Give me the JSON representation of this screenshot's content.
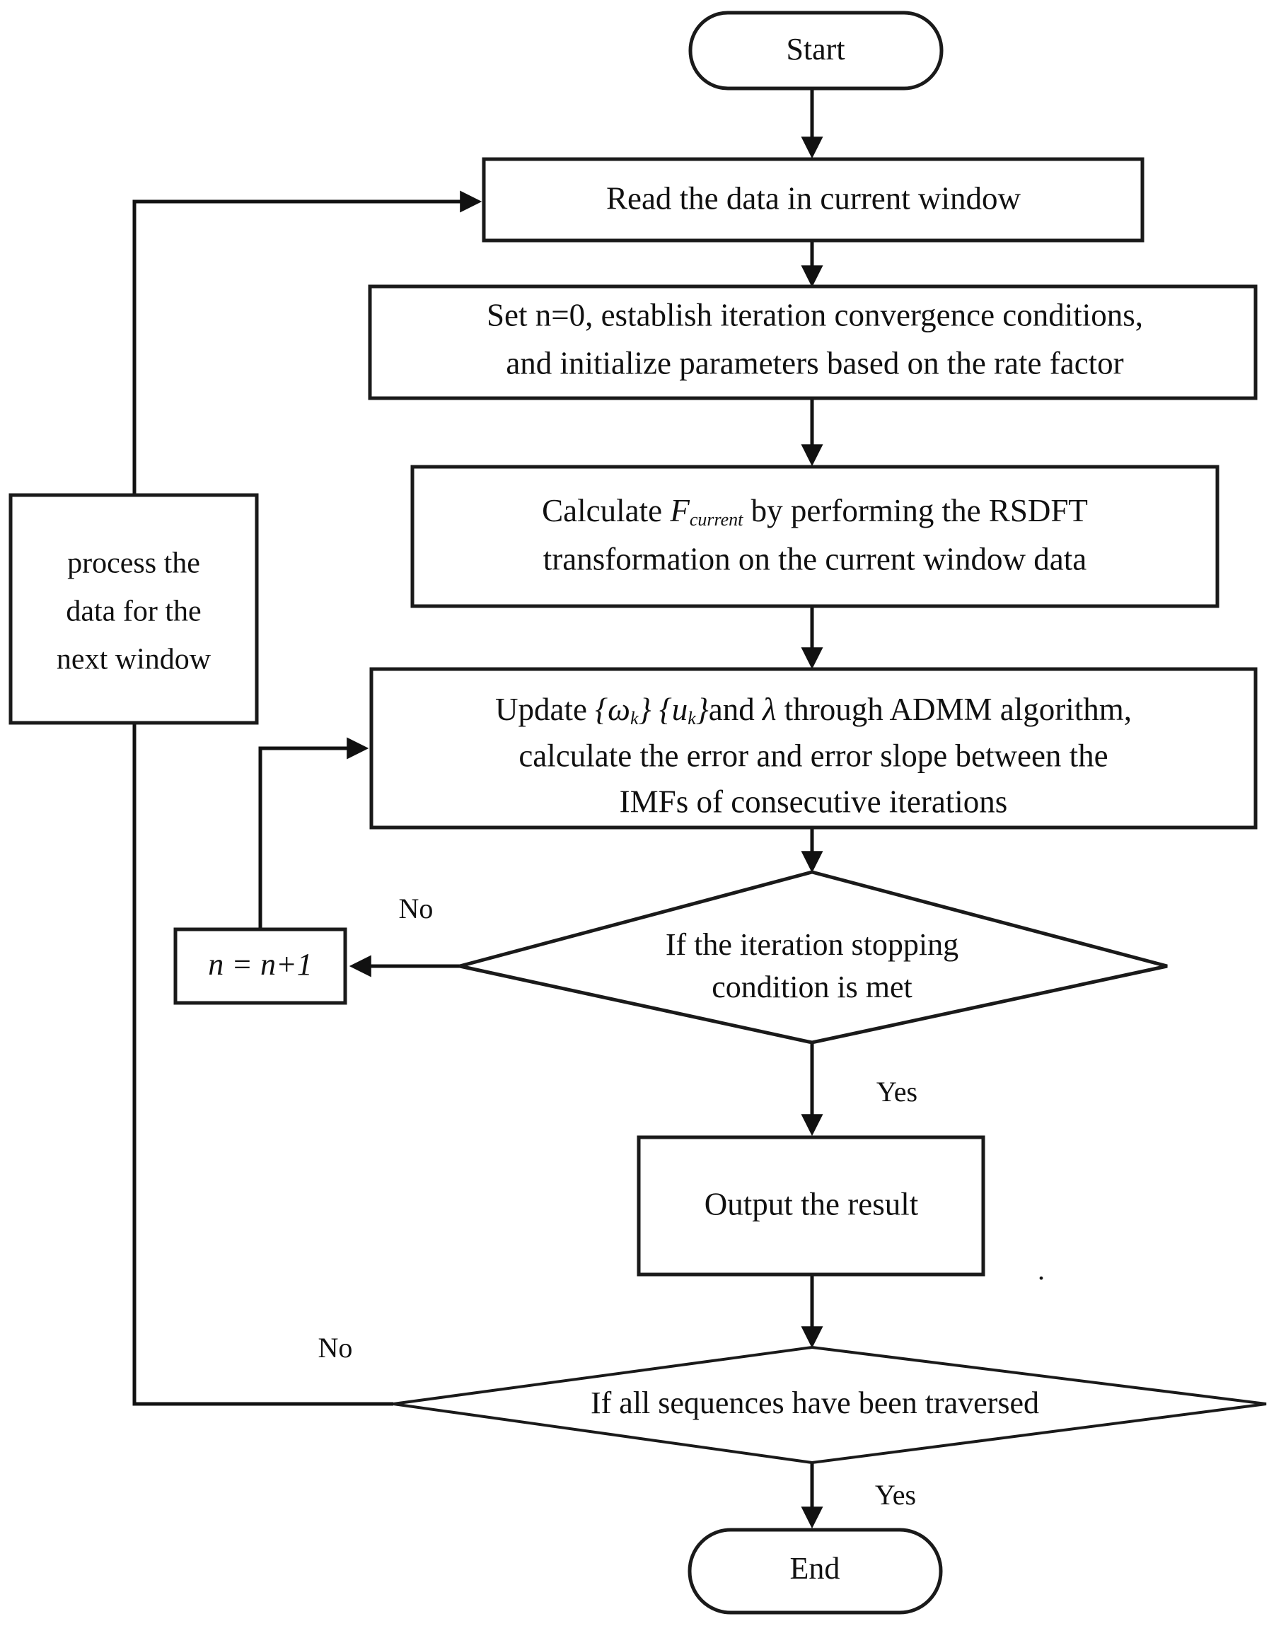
{
  "diagram": {
    "title": "Flowchart of the RSDFT-VMD sliding window iterative algorithm",
    "type": "flowchart",
    "background_color": "#ffffff",
    "line_color": "#111111",
    "text_color": "#111111"
  },
  "nodes": {
    "start": {
      "label": "Start",
      "shape": "terminator"
    },
    "read_window": {
      "label": "Read the data in current window",
      "shape": "process"
    },
    "set_init_line1": {
      "label": "Set n=0, establish iteration convergence conditions,",
      "shape": "process"
    },
    "set_init_line2": {
      "label": "and initialize parameters based on the rate factor"
    },
    "calculate_line1_a": {
      "label": "Calculate "
    },
    "calculate_line1_var": {
      "label": "F"
    },
    "calculate_line1_sub": {
      "label": "current"
    },
    "calculate_line1_b": {
      "label": " by performing the RSDFT"
    },
    "calculate_line2": {
      "label": "transformation on the current window data"
    },
    "update_line1_a": {
      "label": "Update "
    },
    "update_line1_omega_open": {
      "label": "{ω"
    },
    "update_line1_omega_sub": {
      "label": "k"
    },
    "update_line1_omega_close": {
      "label": "} {u"
    },
    "update_line1_u_sub": {
      "label": "k"
    },
    "update_line1_u_close": {
      "label": "}"
    },
    "update_line1_b": {
      "label": "and "
    },
    "update_line1_lambda": {
      "label": "λ"
    },
    "update_line1_c": {
      "label": " through ADMM  algorithm,"
    },
    "update_line2": {
      "label": "calculate the error and error slope between the"
    },
    "update_line3": {
      "label": "IMFs of consecutive iterations"
    },
    "decision_iteration_line1": {
      "label": "If the iteration stopping",
      "shape": "decision"
    },
    "decision_iteration_line2": {
      "label": "condition is met"
    },
    "increment_n": {
      "label": "n = n+1",
      "shape": "process"
    },
    "process_next_line1": {
      "label": "process the",
      "shape": "process"
    },
    "process_next_line2": {
      "label": "data for the"
    },
    "process_next_line3": {
      "label": "next window"
    },
    "output_result": {
      "label": "Output the result",
      "shape": "process"
    },
    "decision_traversed": {
      "label": "If all sequences have been traversed",
      "shape": "decision"
    },
    "end": {
      "label": "End",
      "shape": "terminator"
    },
    "stray_period": {
      "label": "."
    }
  },
  "edge_labels": {
    "iteration_no": "No",
    "iteration_yes": "Yes",
    "traversed_no": "No",
    "traversed_yes": "Yes"
  },
  "edges": [
    {
      "from": "start",
      "to": "read_window",
      "label": ""
    },
    {
      "from": "read_window",
      "to": "set_init",
      "label": ""
    },
    {
      "from": "set_init",
      "to": "calculate",
      "label": ""
    },
    {
      "from": "calculate",
      "to": "update",
      "label": ""
    },
    {
      "from": "update",
      "to": "decision_iteration",
      "label": ""
    },
    {
      "from": "decision_iteration",
      "to": "increment_n",
      "label": "No"
    },
    {
      "from": "increment_n",
      "to": "update",
      "label": ""
    },
    {
      "from": "decision_iteration",
      "to": "output_result",
      "label": "Yes"
    },
    {
      "from": "output_result",
      "to": "decision_traversed",
      "label": ""
    },
    {
      "from": "decision_traversed",
      "to": "process_next",
      "label": "No"
    },
    {
      "from": "process_next",
      "to": "read_window",
      "label": ""
    },
    {
      "from": "decision_traversed",
      "to": "end",
      "label": "Yes"
    }
  ]
}
